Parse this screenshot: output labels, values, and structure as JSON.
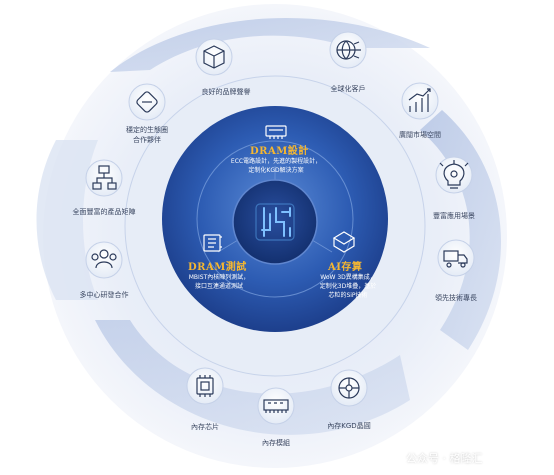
{
  "outer_items": [
    {
      "key": "brand",
      "label": "良好的品牌聲譽",
      "icon": "cube-icon"
    },
    {
      "key": "partners",
      "label": "穩定的生態圈\n合作夥伴",
      "icon": "handshake-link-icon"
    },
    {
      "key": "products",
      "label": "全面豐富的產品矩陣",
      "icon": "hierarchy-icon"
    },
    {
      "key": "rd",
      "label": "多中心研發合作",
      "icon": "team-icon"
    },
    {
      "key": "global",
      "label": "全球化客戶",
      "icon": "globe-network-icon"
    },
    {
      "key": "market",
      "label": "廣闊市場空間",
      "icon": "growth-chart-icon"
    },
    {
      "key": "apps",
      "label": "豐富應用場景",
      "icon": "lightbulb-gear-icon"
    },
    {
      "key": "tech",
      "label": "領先技術專長",
      "icon": "truck-lab-icon"
    },
    {
      "key": "chip",
      "label": "內存芯片",
      "icon": "chip-icon"
    },
    {
      "key": "module",
      "label": "內存模組",
      "icon": "memory-module-icon"
    },
    {
      "key": "kgd",
      "label": "內存KGD晶圓",
      "icon": "wafer-icon"
    }
  ],
  "center": {
    "design": {
      "title": "DRAM設計",
      "desc": "ECC電路設計，先進的製程設計，\n定制化KGD解決方案"
    },
    "test": {
      "title": "DRAM測試",
      "desc": "MBIST內核陣列測試，\n接口互連通道測試"
    },
    "ai": {
      "title": "AI存算",
      "desc": "WoW 3D異構集成，\n定制化3D堆疊，基於\n芯粒的SiP技術"
    }
  },
  "watermark": {
    "prefix": "公众号 · 格隆汇",
    "brand": "格隆汇"
  },
  "colors": {
    "ring_outer": "#e3e9f4",
    "band": "#c9d5ea",
    "inner_dark": "#1d3f8c",
    "inner_mid": "#3a6bc1",
    "accent": "#f5b731",
    "icon_stroke": "#2b3a5a"
  }
}
